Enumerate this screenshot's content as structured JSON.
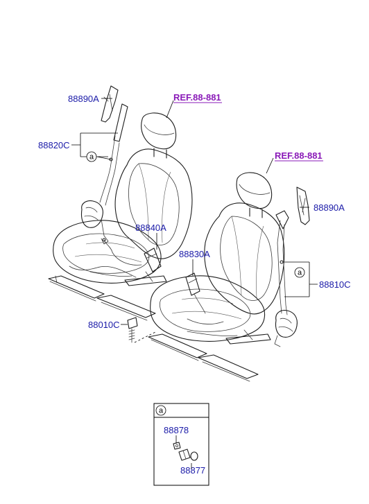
{
  "references": {
    "left_seat": "REF.88-881",
    "right_seat": "REF.88-881"
  },
  "parts": {
    "p88890A_left": "88890A",
    "p88820C": "88820C",
    "p88840A": "88840A",
    "p88830A": "88830A",
    "p88890A_right": "88890A",
    "p88810C": "88810C",
    "p88010C": "88010C"
  },
  "callouts": {
    "left": "a",
    "right": "a"
  },
  "detail_box": {
    "marker": "a",
    "part_top": "88878",
    "part_bottom": "88877"
  }
}
